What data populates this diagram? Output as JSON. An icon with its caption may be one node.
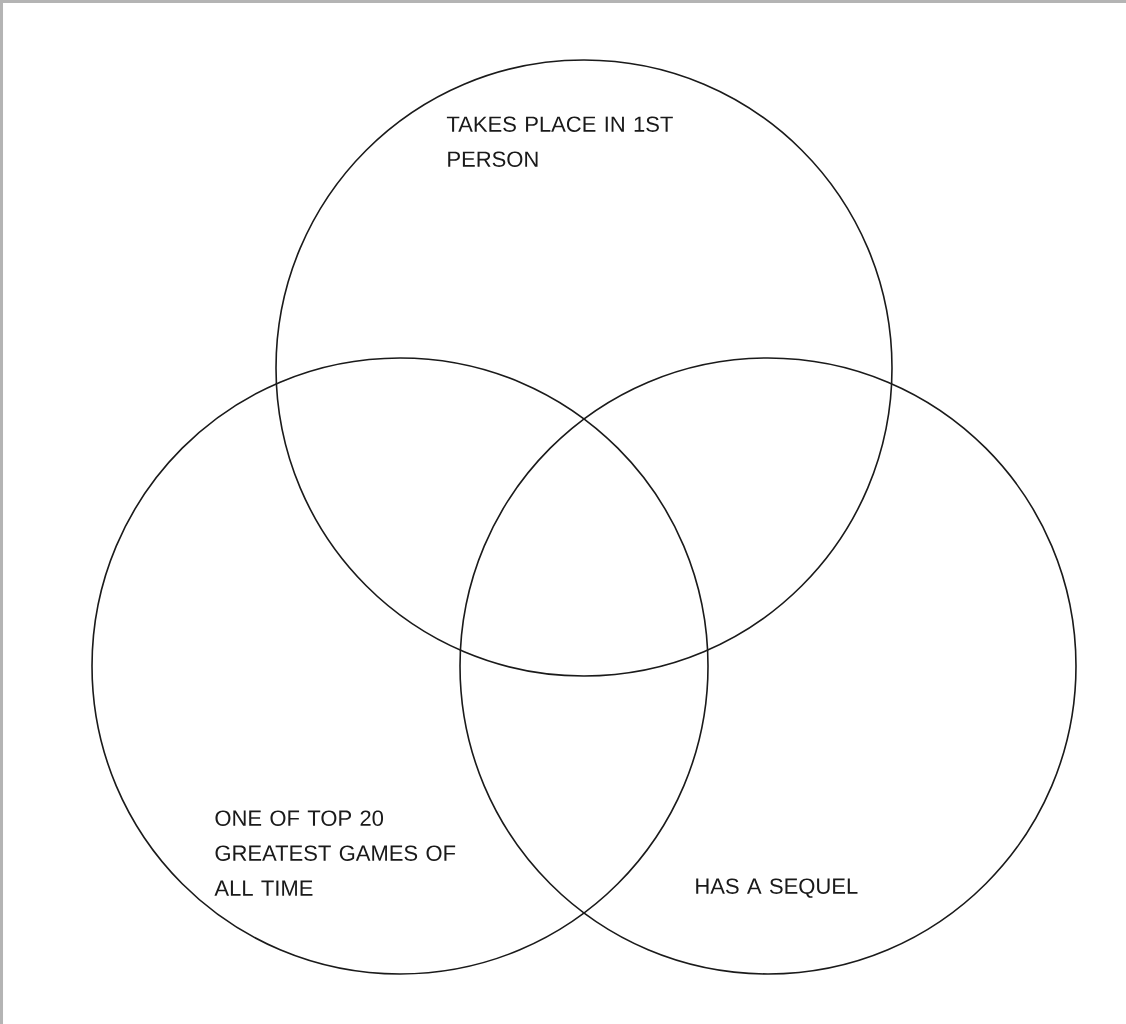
{
  "diagram": {
    "nodes": [
      {
        "text": [
          "TAKES PLACE IN 1ST PERSON"
        ]
      },
      {
        "text": [
          "ONE OF TOP 20 GREATEST GAMES OF ALL TIME"
        ]
      },
      {
        "text": [
          "HAS A SEQUEL"
        ]
      }
    ]
  }
}
